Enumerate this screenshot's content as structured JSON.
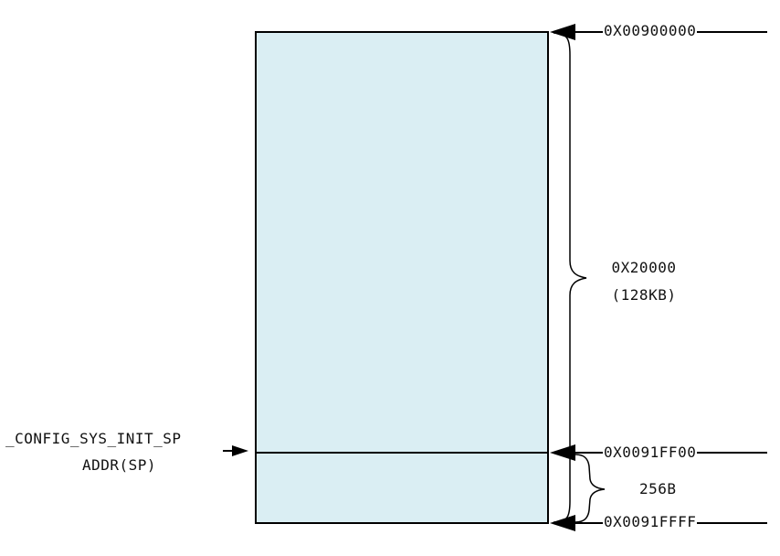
{
  "colors": {
    "block_fill": "#daeef3",
    "stroke": "#000000"
  },
  "labels": {
    "top_address": "0X00900000",
    "size_line1": "0X20000",
    "size_line2": "(128KB)",
    "sp_address": "0X0091FF00",
    "small_size": "256B",
    "bottom_address": "0X0091FFFF",
    "sp_name_line1": "_CONFIG_SYS_INIT_SP",
    "sp_name_line2": "ADDR(SP)"
  }
}
